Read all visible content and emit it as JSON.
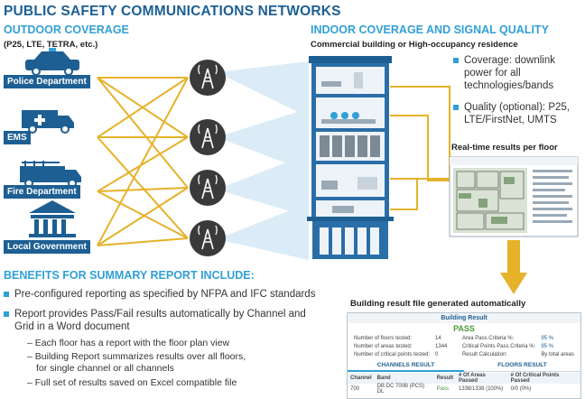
{
  "title": "PUBLIC SAFETY COMMUNICATIONS NETWORKS",
  "outdoor": {
    "heading": "OUTDOOR COVERAGE",
    "subheading": "(P25, LTE, TETRA, etc.)",
    "agencies": [
      "Police Department",
      "EMS",
      "Fire Department",
      "Local Government"
    ]
  },
  "indoor": {
    "heading": "INDOOR COVERAGE AND SIGNAL QUALITY",
    "subheading": "Commercial building or High-occupancy residence",
    "bullets": [
      [
        "Coverage: downlink",
        "power for all",
        "technologies/bands"
      ],
      [
        "Quality (optional): P25,",
        "LTE/FirstNet, UMTS"
      ]
    ]
  },
  "realtime": {
    "label": "Real-time results per floor"
  },
  "building_report": {
    "label": "Building result file generated automatically",
    "header": "Building Result",
    "status": "PASS",
    "rows_left": [
      [
        "Number of floors tested:",
        "14"
      ],
      [
        "Number of areas tested:",
        "1344"
      ],
      [
        "Number of critical points tested:",
        "0"
      ]
    ],
    "rows_right": [
      [
        "Area Pass Criteria %:",
        "95 %"
      ],
      [
        "Critical Points Pass Criteria %:",
        "95 %"
      ],
      [
        "Result Calculation:",
        "By total areas"
      ]
    ],
    "tabs": [
      "CHANNELS RESULT",
      "FLOORS RESULT"
    ],
    "columns": [
      "Channel",
      "Band",
      "Result",
      "# Of Areas Passed",
      "# Of Critical Points Passed"
    ],
    "row": [
      "700",
      "DB DC 700B (PCS) DL",
      "Pass",
      "1338/1338 (100%)",
      "0/0 (0%)"
    ]
  },
  "benefits": {
    "heading": "BENEFITS FOR SUMMARY REPORT INCLUDE:",
    "bullets": [
      [
        "Pre-configured reporting as specified by NFPA and IFC standards"
      ],
      [
        "Report provides Pass/Fail results automatically by Channel and",
        "Grid in a Word document"
      ]
    ],
    "subbullets": [
      [
        "Each floor has a report with the floor plan view"
      ],
      [
        "Building Report summarizes results over all floors,",
        "for single channel or all channels"
      ],
      [
        "Full set of results saved on Excel compatible file"
      ]
    ]
  },
  "colors": {
    "navy": "#1d5f93",
    "accent": "#31a0d6",
    "link": "#e6b22a",
    "tower": "#3a3a3a"
  }
}
